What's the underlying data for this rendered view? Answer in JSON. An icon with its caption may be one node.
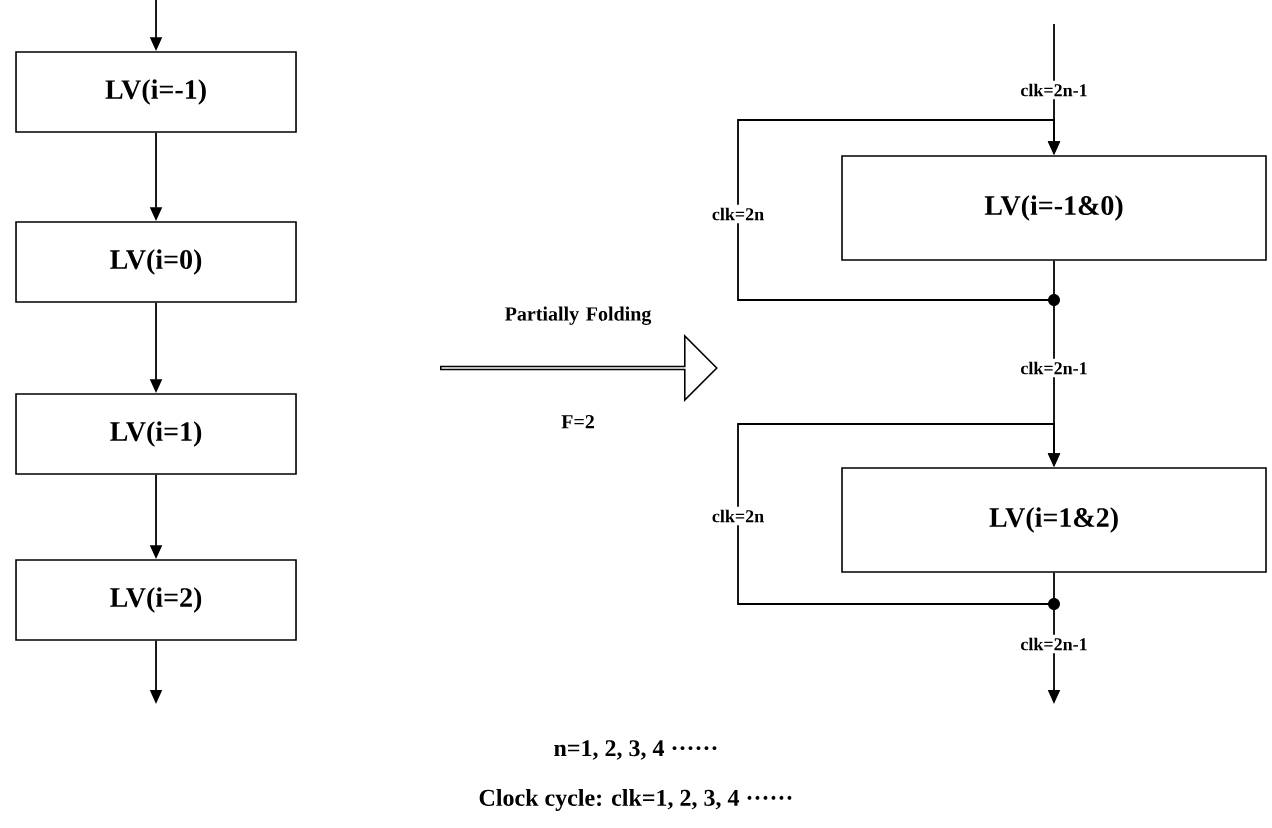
{
  "diagram": {
    "nodes": [
      {
        "text": [
          "LV(i=-1)"
        ]
      },
      {
        "text": [
          "LV(i=0)"
        ]
      },
      {
        "text": [
          "LV(i=1)"
        ]
      },
      {
        "text": [
          "LV(i=2)"
        ]
      },
      {
        "text": [
          "Partially Folding"
        ],
        "beside": [
          "F=2"
        ]
      },
      {
        "text": [
          "LV(i=-1&0)"
        ]
      },
      {
        "text": [
          "LV(i=1&2)"
        ]
      },
      {
        "text": [],
        "shape": "circle"
      },
      {
        "text": [],
        "shape": "circle"
      }
    ],
    "edges": [
      {
        "from": null,
        "to": 0,
        "arrow": "to"
      },
      {
        "from": 0,
        "to": 1,
        "arrow": "to"
      },
      {
        "from": 1,
        "to": 2,
        "arrow": "to"
      },
      {
        "from": 2,
        "to": 3,
        "arrow": "to"
      },
      {
        "from": 3,
        "to": null,
        "arrow": "to"
      },
      {
        "from": null,
        "to": 5,
        "arrow": "to",
        "label": "clk=2n-1"
      },
      {
        "from": 5,
        "to": 7,
        "arrow": "none"
      },
      {
        "from": 7,
        "to": 5,
        "arrow": "to",
        "label": "clk=2n"
      },
      {
        "from": 7,
        "to": 6,
        "arrow": "to",
        "label": "clk=2n-1"
      },
      {
        "from": 6,
        "to": 8,
        "arrow": "none"
      },
      {
        "from": 8,
        "to": 6,
        "arrow": "to",
        "label": "clk=2n"
      },
      {
        "from": 8,
        "to": null,
        "arrow": "to",
        "label": "clk=2n-1"
      }
    ],
    "labels": [
      "n=1, 2, 3, 4 ······",
      "Clock cycle: clk=1, 2, 3, 4 ······"
    ]
  }
}
